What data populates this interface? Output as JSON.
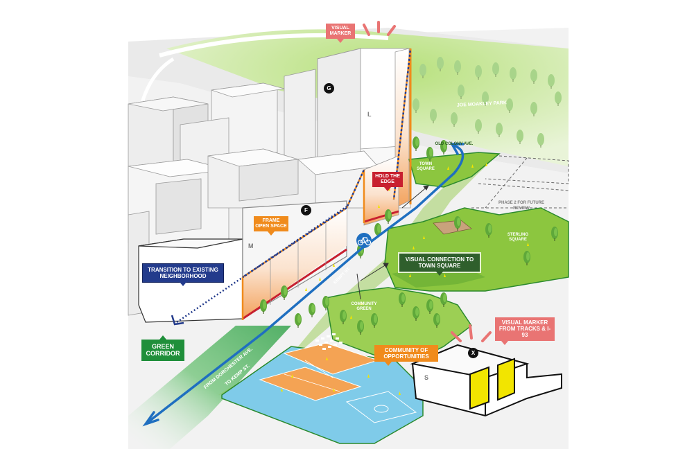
{
  "callouts": {
    "visual_marker": "VISUAL MARKER",
    "hold_the_edge": "HOLD THE EDGE",
    "frame_open_space": "FRAME OPEN SPACE",
    "transition": "TRANSITION TO EXISTING NEIGHBORHOOD",
    "green_corridor": "GREEN CORRIDOR",
    "visual_connection": "VISUAL CONNECTION TO TOWN SQUARE",
    "community_of_opportunities": "COMMUNITY OF OPPORTUNITIES",
    "visual_marker_tracks": "VISUAL MARKER FROM TRACKS & I-93"
  },
  "place_labels": {
    "joe_moakley_park": "JOE MOAKLEY PARK",
    "old_colony_ave": "OLD COLONY AVE.",
    "town_square": "TOWN SQUARE",
    "phase_2": "PHASE 2 FOR FUTURE REVIEW",
    "sterling_square": "STERLING SQUARE",
    "kempt_st": "KEMPT ST.",
    "community_green": "COMMUNITY GREEN",
    "from_dorchester": "FROM DORCHESTER AVE.",
    "to_kemp": "TO KEMP ST."
  },
  "markers": {
    "g": "G",
    "f": "F",
    "x": "X"
  },
  "buildings": {
    "l": "L",
    "m": "M",
    "s": "S"
  },
  "colors": {
    "path_blue": "#1f6fc0",
    "edge_orange": "#f08b1c",
    "edge_red": "#c8202f",
    "transition_navy": "#233b8c",
    "park_green": "#8cc63f",
    "court_blue": "#7fcbe9",
    "court_orange": "#f4a354",
    "marker_yellow": "#f2e500",
    "burst_salmon": "#e97473"
  },
  "icons": [
    "bicycle-icon",
    "burst-icon",
    "tree-icon",
    "path-arrow-icon"
  ]
}
